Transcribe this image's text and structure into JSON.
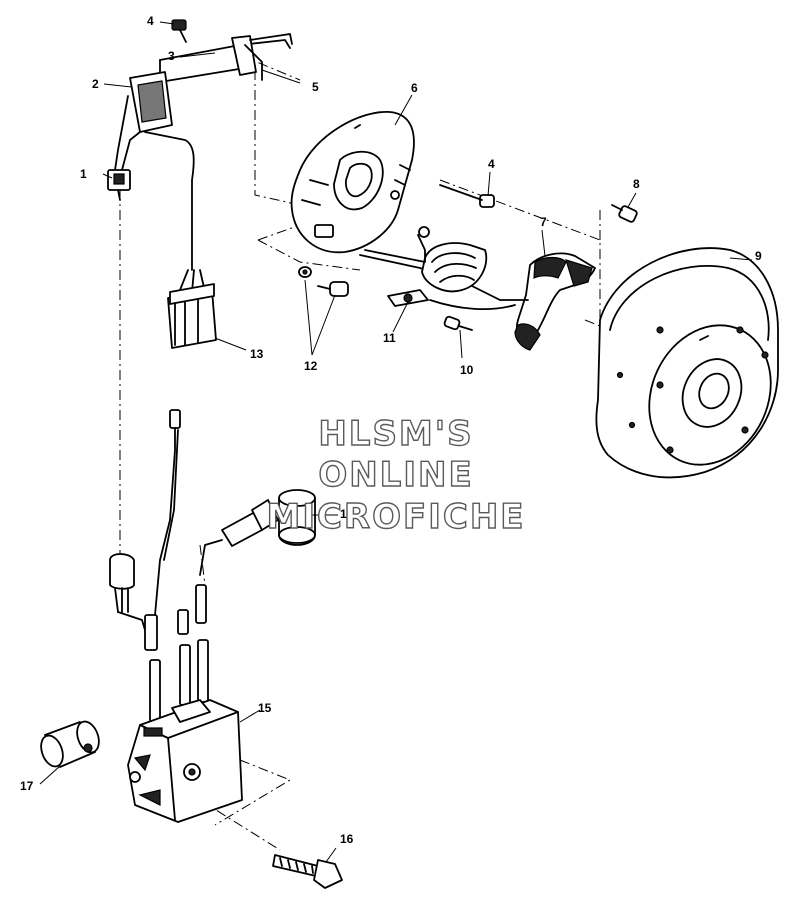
{
  "watermark": {
    "line1": "HLSM'S",
    "line2": "ONLINE",
    "line3": "MICROFICHE"
  },
  "callouts": {
    "c1": "1",
    "c2": "2",
    "c3": "3",
    "c4a": "4",
    "c4b": "4",
    "c5": "5",
    "c6": "6",
    "c7": "7",
    "c8": "8",
    "c9": "9",
    "c10": "10",
    "c11": "11",
    "c12": "12",
    "c13": "13",
    "c14": "14",
    "c15": "15",
    "c16": "16",
    "c17": "17"
  }
}
